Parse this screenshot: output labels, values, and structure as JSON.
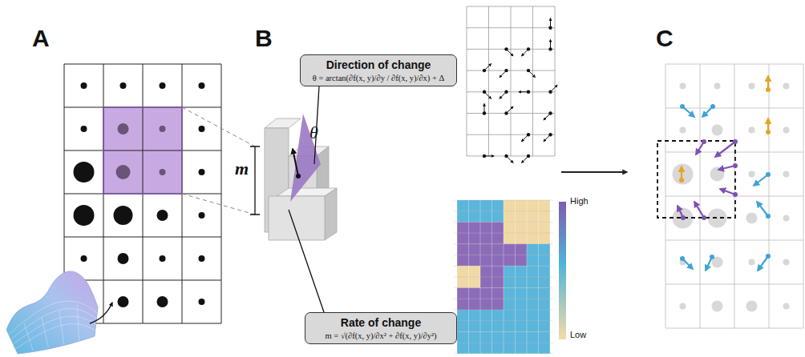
{
  "diagram": {
    "nodes": [
      {
        "text": [
          "Direction of change",
          "θ = arctan(∂f(x, y)/∂y / ∂f(x, y)/∂x) + Δ"
        ]
      },
      {
        "text": [
          "Rate of change",
          "m = √(∂f(x, y)/∂x² + ∂f(x, y)/∂y²)"
        ]
      }
    ],
    "labels": [
      "A",
      "B",
      "C",
      "m",
      "θ",
      "High",
      "Low"
    ]
  }
}
